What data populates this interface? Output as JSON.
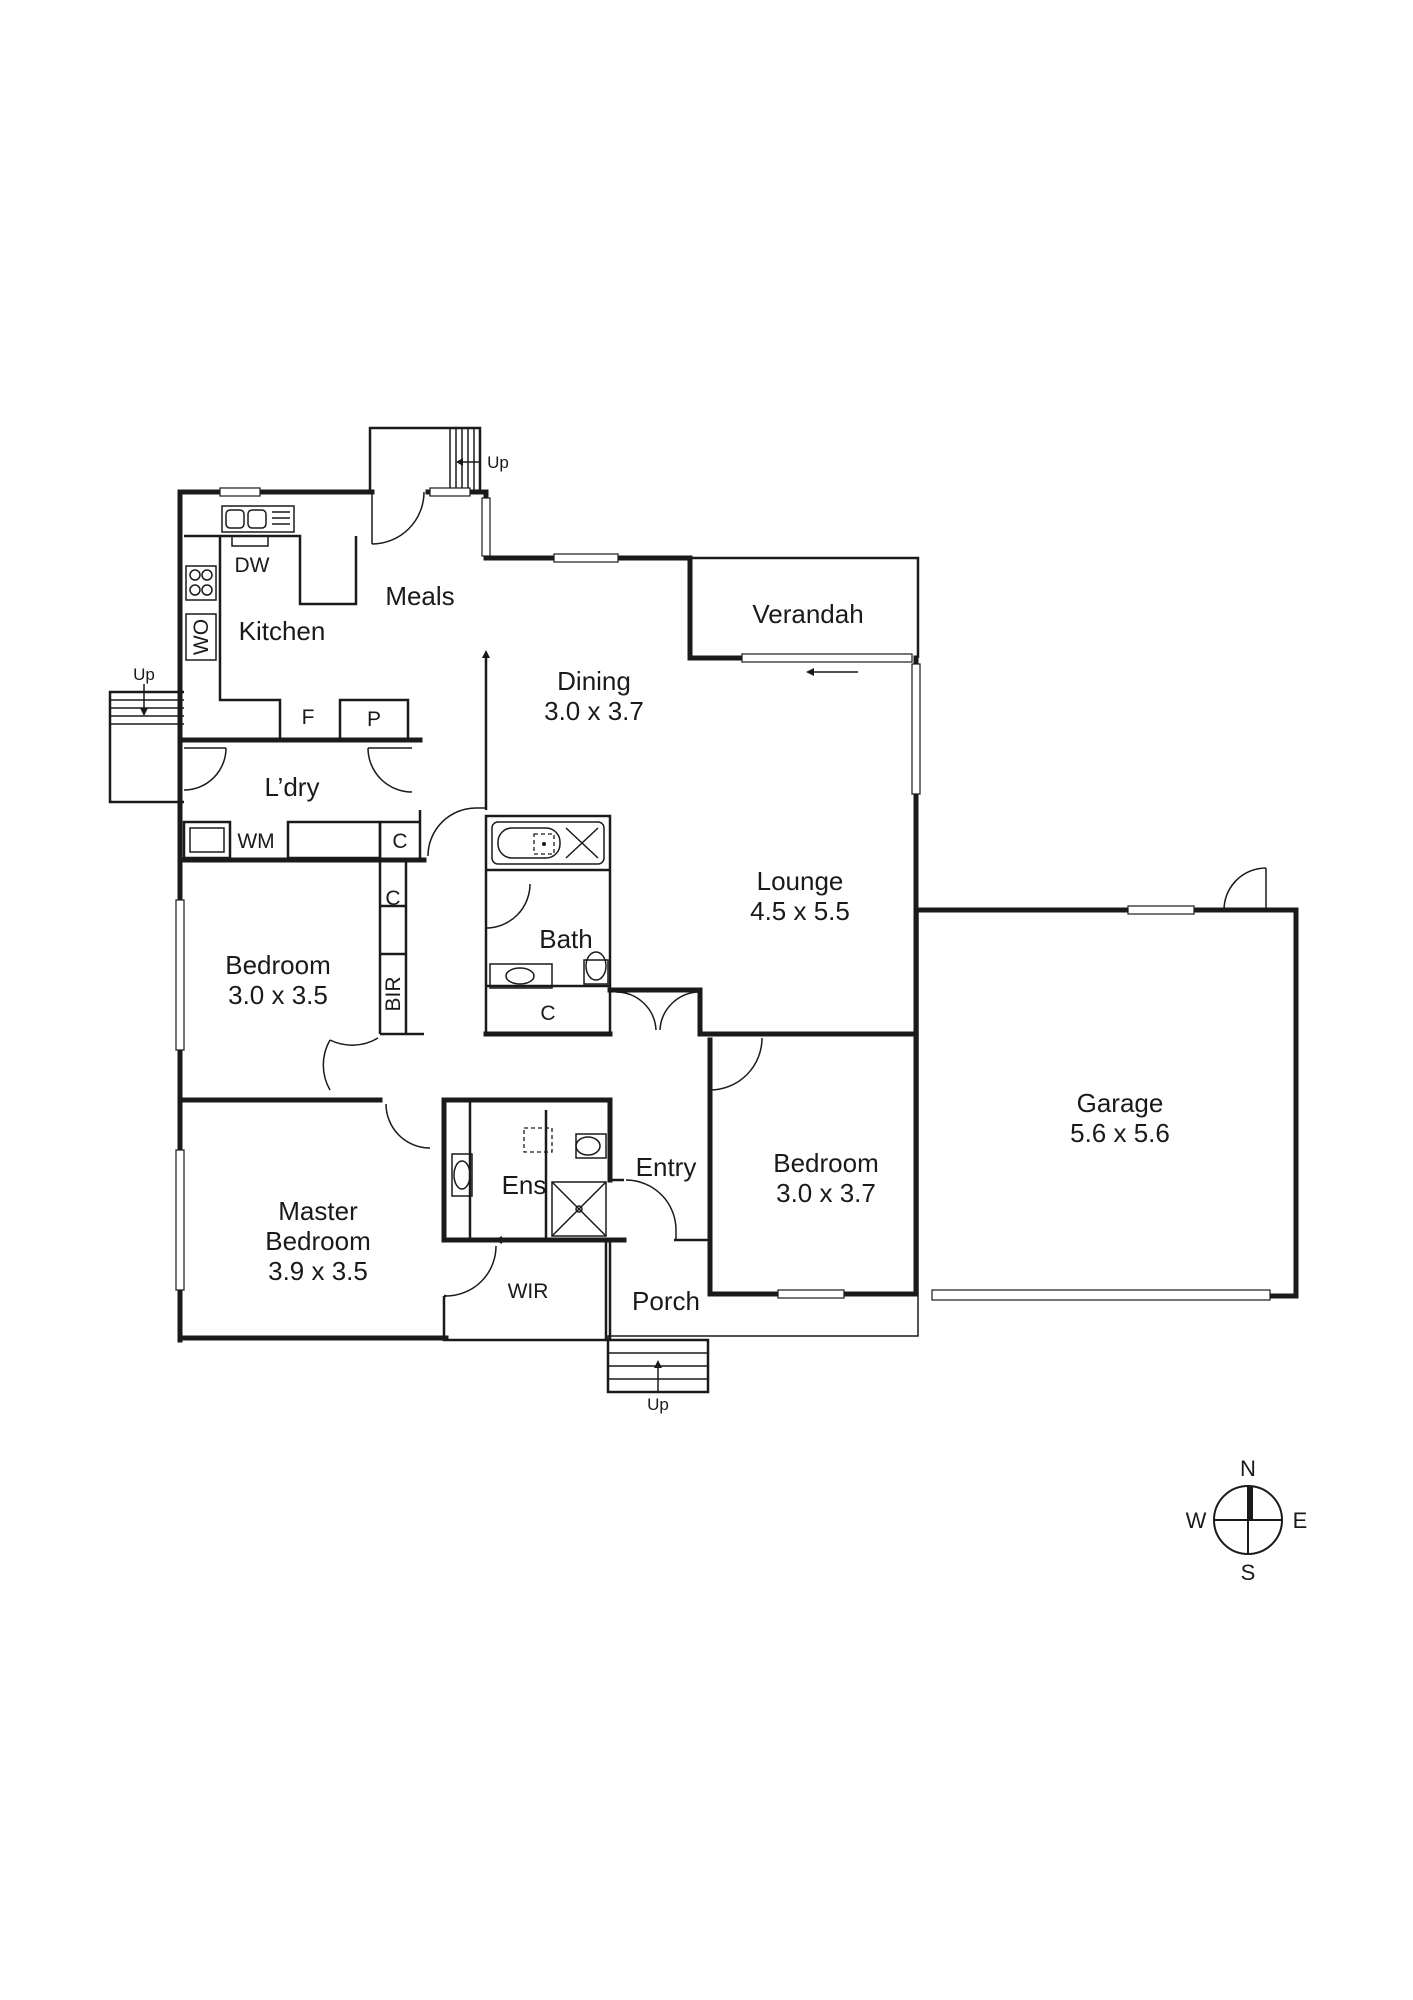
{
  "rooms": {
    "meals": {
      "name": "Meals"
    },
    "kitchen": {
      "name": "Kitchen"
    },
    "laundry": {
      "name": "L’dry"
    },
    "dining": {
      "name": "Dining",
      "size": "3.0 x 3.7"
    },
    "verandah": {
      "name": "Verandah"
    },
    "lounge": {
      "name": "Lounge",
      "size": "4.5 x 5.5"
    },
    "bath": {
      "name": "Bath"
    },
    "bedroom_west": {
      "name": "Bedroom",
      "size": "3.0 x 3.5"
    },
    "master_bedroom": {
      "name_line1": "Master",
      "name_line2": "Bedroom",
      "size": "3.9 x 3.5"
    },
    "ensuite": {
      "name": "Ens"
    },
    "wir": {
      "name": "WIR"
    },
    "entry": {
      "name": "Entry"
    },
    "porch": {
      "name": "Porch"
    },
    "bedroom_east": {
      "name": "Bedroom",
      "size": "3.0 x 3.7"
    },
    "garage": {
      "name": "Garage",
      "size": "5.6 x 5.6"
    }
  },
  "fixtures": {
    "dishwasher": "DW",
    "wall_oven": "WO",
    "fridge": "F",
    "pantry": "P",
    "washing_machine": "WM",
    "cupboard": "C",
    "built_in_robe": "BIR"
  },
  "stairs": {
    "north_up": "Up",
    "west_up": "Up",
    "south_up": "Up"
  },
  "compass": {
    "north": "N",
    "south": "S",
    "east": "E",
    "west": "W"
  }
}
